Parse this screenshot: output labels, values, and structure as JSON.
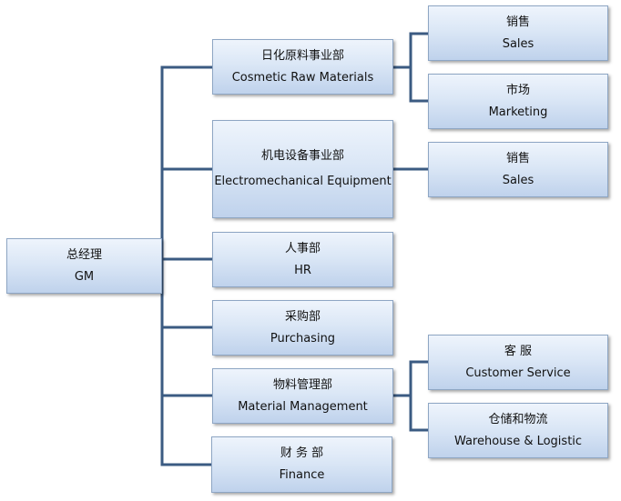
{
  "org_chart": {
    "root": {
      "zh": "总经理",
      "en": "GM"
    },
    "departments": [
      {
        "zh": "日化原料事业部",
        "en": "Cosmetic Raw Materials",
        "children": [
          {
            "zh": "销售",
            "en": "Sales"
          },
          {
            "zh": "市场",
            "en": "Marketing"
          }
        ]
      },
      {
        "zh": "机电设备事业部",
        "en": "Electromechanical Equipment",
        "children": [
          {
            "zh": "销售",
            "en": "Sales"
          }
        ]
      },
      {
        "zh": "人事部",
        "en": "HR",
        "children": []
      },
      {
        "zh": "采购部",
        "en": "Purchasing",
        "children": []
      },
      {
        "zh": "物料管理部",
        "en": "Material Management",
        "children": [
          {
            "zh": "客 服",
            "en": "Customer Service"
          },
          {
            "zh": "仓储和物流",
            "en": "Warehouse & Logistic"
          }
        ]
      },
      {
        "zh": "财 务 部",
        "en": "Finance",
        "children": []
      }
    ]
  },
  "colors": {
    "connector": "#3b5b82",
    "box_border": "#8ea6c4",
    "box_fill_top": "#eef4fc",
    "box_fill_bottom": "#bfd2ec"
  }
}
